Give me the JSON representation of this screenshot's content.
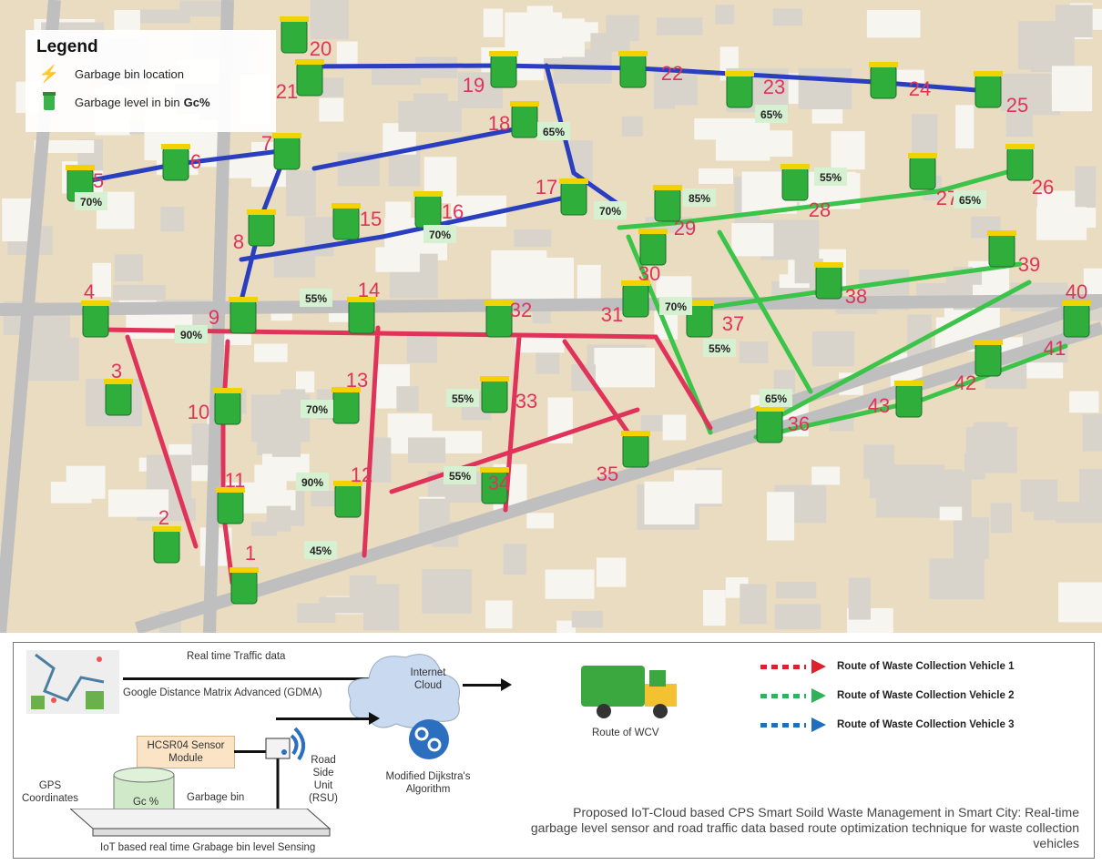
{
  "legend": {
    "title": "Legend",
    "items": [
      {
        "label": "Garbage bin location",
        "icon": "lightning-pin-icon"
      },
      {
        "label": "Garbage level in bin ",
        "label_bold": "Gc%",
        "icon": "green-bin-icon"
      }
    ]
  },
  "map": {
    "bins": [
      "1",
      "2",
      "3",
      "4",
      "5",
      "6",
      "7",
      "8",
      "9",
      "10",
      "11",
      "12",
      "13",
      "14",
      "15",
      "16",
      "17",
      "18",
      "19",
      "20",
      "21",
      "22",
      "23",
      "24",
      "25",
      "26",
      "27",
      "28",
      "29",
      "30",
      "31",
      "32",
      "33",
      "34",
      "35",
      "36",
      "37",
      "38",
      "39",
      "40",
      "41",
      "42",
      "43"
    ],
    "levels": [
      "70%",
      "90%",
      "55%",
      "70%",
      "90%",
      "45%",
      "70%",
      "55%",
      "55%",
      "65%",
      "70%",
      "85%",
      "65%",
      "55%",
      "65%",
      "70%",
      "55%",
      "65%"
    ],
    "route_colors": {
      "vehicle1": "#e0335a",
      "vehicle2": "#3cc44a",
      "vehicle3": "#2a3fc0"
    }
  },
  "diagram": {
    "traffic_label": "Real time Traffic data",
    "gdma_label": "Google Distance Matrix Advanced (GDMA)",
    "cloud_label": "Internet Cloud",
    "algorithm_label": "Modified Dijkstra's Algorithm",
    "sensor_label": "HCSR04 Sensor Module",
    "bin_label": "Gc %",
    "garbage_bin_label": "Garbage bin",
    "gps_label": "GPS Coordinates",
    "rsu_label": "Road Side Unit (RSU)",
    "sensing_label": "IoT based real time Grabage bin level Sensing",
    "wcv_label": "Route of WCV",
    "routes": [
      {
        "label": "Route of Waste Collection Vehicle 1",
        "color": "#e0202a"
      },
      {
        "label": "Route of Waste Collection Vehicle 2",
        "color": "#2fb35a"
      },
      {
        "label": "Route of Waste Collection Vehicle 3",
        "color": "#1f6fc0"
      }
    ],
    "caption": "Proposed IoT-Cloud based CPS Smart Soild Waste Management in Smart City:  Real-time garbage level sensor and road traffic data based route optimization technique for waste collection vehicles"
  }
}
